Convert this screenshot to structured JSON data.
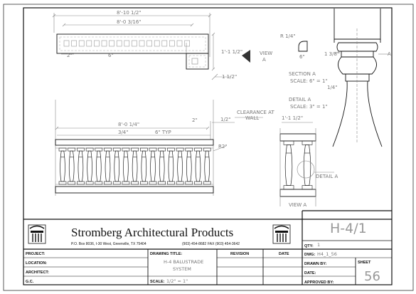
{
  "company": {
    "name": "Stromberg Architectural Products",
    "address": "P.O. Box 8036, I-30 West, Greenville, TX 75404",
    "phone": "(903) 454-8682",
    "fax": "FAX (903) 454-3642"
  },
  "drawing_number": "H-4/1",
  "title_block": {
    "project_label": "PROJECT:",
    "location_label": "LOCATION:",
    "architect_label": "ARCHITECT:",
    "gc_label": "G.C.",
    "drawing_title_label": "DRAWING TITLE:",
    "drawing_title_line1": "H-4 BALUSTRADE",
    "drawing_title_line2": "SYSTEM",
    "scale_label": "SCALE:",
    "scale_value": "1/2\" = 1\"",
    "revision_label": "REVISION",
    "date_label": "DATE",
    "qty_label": "QTY:",
    "qty_value": "1",
    "dwg_label": "DWG:",
    "dwg_value": "H4_1_56",
    "drawn_by_label": "DRAWN BY:",
    "sheet_label": "SHEET",
    "sheet_value": "56",
    "date2_label": "DATE:",
    "approved_label": "APPROVED BY:"
  },
  "plan_dims": {
    "overall": "8'-10 1/2\"",
    "inner": "8'-0 3/16\"",
    "left_2": "2\"",
    "mid_6": "6\"",
    "right_h": "1'-1 1/2\"",
    "bottom_small": "1 1/2\"",
    "view_a": "VIEW\nA",
    "view_a_line1": "VIEW",
    "view_a_line2": "A"
  },
  "elev_dims": {
    "overall": "8'-0 1/4\"",
    "three_quarter": "3/4\"",
    "typ": "6\" TYP",
    "two": "2\"",
    "half": "1/2\"",
    "clearance_line1": "CLEARANCE AT",
    "clearance_line2": "WALL",
    "r2": "R2\""
  },
  "section": {
    "r_quarter": "R 1/4\"",
    "small_6": "6\"",
    "three_eighths": "1 3/8\"",
    "a_mark": "A",
    "quarter": "1/4\"",
    "section_a": "SECTION  A",
    "section_scale": "SCALE: 6\" = 1\"",
    "detail_a": "DETAIL  A",
    "detail_scale": "SCALE: 3\" = 1\"",
    "side_dim": "1'-1 1/2\"",
    "detail_callout": "DETAIL  A",
    "view_label": "VIEW  A"
  }
}
